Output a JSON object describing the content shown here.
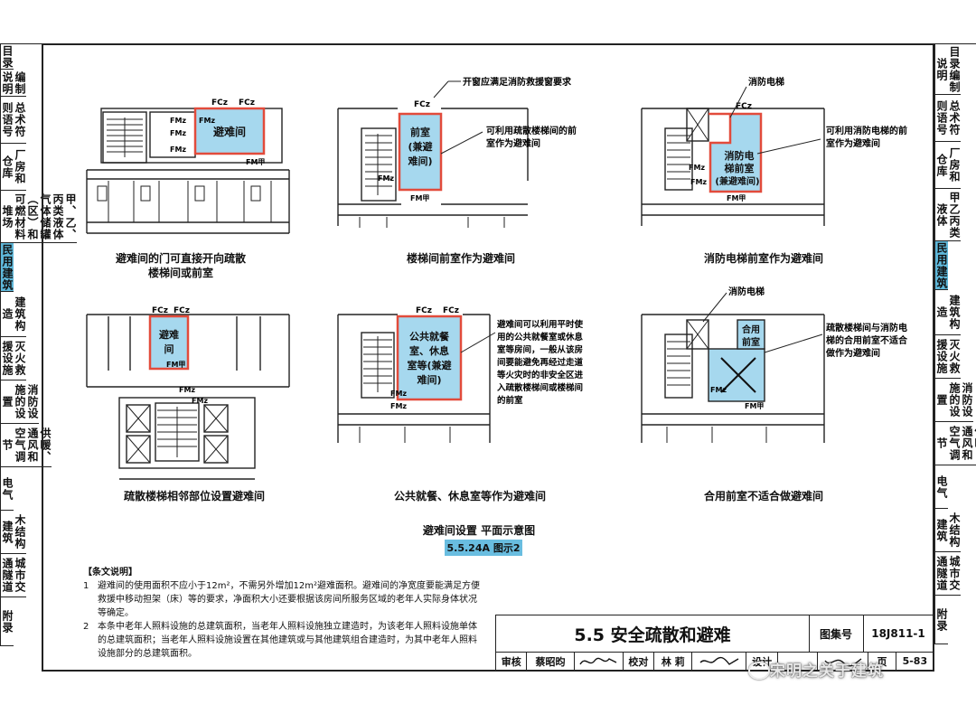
{
  "left_tabs": [
    {
      "label": "目录"
    },
    {
      "label": "编制说明"
    },
    {
      "label": "总术符则语号"
    },
    {
      "label": "厂房和仓库"
    },
    {
      "label": "甲、乙、丙类液体气体储罐（区）和可燃材料堆场"
    },
    {
      "label": "民用建筑",
      "active": true
    },
    {
      "label": "建筑构造"
    },
    {
      "label": "灭火救援设施"
    }
  ],
  "right_tabs": [
    {
      "label": "目录编制说明"
    },
    {
      "label": "总术符则语号"
    },
    {
      "label": "厂房和仓库"
    },
    {
      "label": "甲乙丙类液体"
    },
    {
      "label": "民用建筑",
      "active": true
    },
    {
      "label": "建筑构造"
    },
    {
      "label": "灭火救援设施"
    },
    {
      "label": "消防设施的设置"
    },
    {
      "label": "供暖、通风和空气调节"
    },
    {
      "label": "电气"
    },
    {
      "label": "木结构建筑"
    },
    {
      "label": "城市交通隧道"
    },
    {
      "label": "附录"
    }
  ],
  "left_tabs_lower": [
    {
      "label": "消防设施的设置"
    },
    {
      "label": "供暖、通风和空气调节"
    },
    {
      "label": "电气"
    },
    {
      "label": "木结构建筑"
    },
    {
      "label": "城市交通隧道"
    },
    {
      "label": "附录"
    }
  ],
  "panels": {
    "p1": {
      "caption": "避难间的门可直接开向疏散\n楼梯间或前室",
      "room": "避难间",
      "fc1": "FCz",
      "fc2": "FCz",
      "fm1": "FMz",
      "fm2": "FMz",
      "fm3": "FMz",
      "fm4": "FMz",
      "fmw": "FM甲"
    },
    "p2": {
      "caption": "楼梯间前室作为避难间",
      "room": "前室\n(兼避\n难间)",
      "note_top": "开窗应满足消防救援窗要求",
      "note_side": "可利用疏散楼梯间的前\n室作为避难间",
      "fc": "FCz",
      "fmz": "FMz",
      "fmw": "FM甲"
    },
    "p3": {
      "caption": "消防电梯前室作为避难间",
      "room": "消防电\n梯前室\n(兼避难间)",
      "note_top": "消防电梯",
      "note_side": "可利用消防电梯的前\n室作为避难间",
      "fc": "FCz",
      "fm1": "FMz",
      "fm2": "FMz",
      "fmw": "FM甲"
    },
    "p4": {
      "caption": "疏散楼梯相邻部位设置避难间",
      "room": "避难\n间",
      "fc1": "FCz",
      "fc2": "FCz",
      "fmw": "FM甲",
      "fm1": "FMz",
      "fm2": "FMz"
    },
    "p5": {
      "caption": "公共就餐、休息室等作为避难间",
      "room": "公共就餐\n室、休息\n室等(兼避\n难间)",
      "note_side": "避难间可以利用平时使\n用的公共就餐室或休息\n室等房间，一般从该房\n间要能避免再经过走道\n等火灾时的非安全区进\n入疏散楼梯间或楼梯间\n的前室",
      "fc1": "FCz",
      "fc2": "FCz",
      "fm1": "FMz",
      "fm2": "FMz"
    },
    "p6": {
      "caption": "合用前室不适合做避难间",
      "room": "合用\n前室",
      "note_top": "消防电梯",
      "note_side": "疏散楼梯间与消防电\n梯的合用前室不适合\n做作为避难间",
      "fmz": "FMz",
      "fmw": "FM甲"
    }
  },
  "figure": {
    "caption": "避难间设置 平面示意图",
    "badge": "5.5.24A 图示2"
  },
  "notes": {
    "head": "【条文说明】",
    "items": [
      {
        "num": "1",
        "text": "避难间的使用面积不应小于12m²，不需另外增加12m²避难面积。避难间的净宽度要能满足方便救援中移动担架（床）等的要求，净面积大小还要根据该房间所服务区域的老年人实际身体状况等确定。"
      },
      {
        "num": "2",
        "text": "本条中老年人照料设施的总建筑面积，当老年人照料设施独立建造时，为该老年人照料设施单体的总建筑面积；当老年人照料设施设置在其他建筑或与其他建筑组合建造时，为其中老年人照料设施部分的总建筑面积。"
      }
    ]
  },
  "title_block": {
    "title": "5.5 安全疏散和避难",
    "atlas_label": "图集号",
    "atlas_code": "18J811-1",
    "row": [
      "审核",
      "蔡昭昀",
      "",
      "校对",
      "林 莉",
      "",
      "设计",
      "",
      "",
      "页",
      "5-83"
    ]
  },
  "watermark": "宋明之关于建筑",
  "colors": {
    "room_fill": "#a6d8ee",
    "room_border": "#e24b3b",
    "badge": "#69bde0",
    "active_tab": "#5fb8da"
  }
}
